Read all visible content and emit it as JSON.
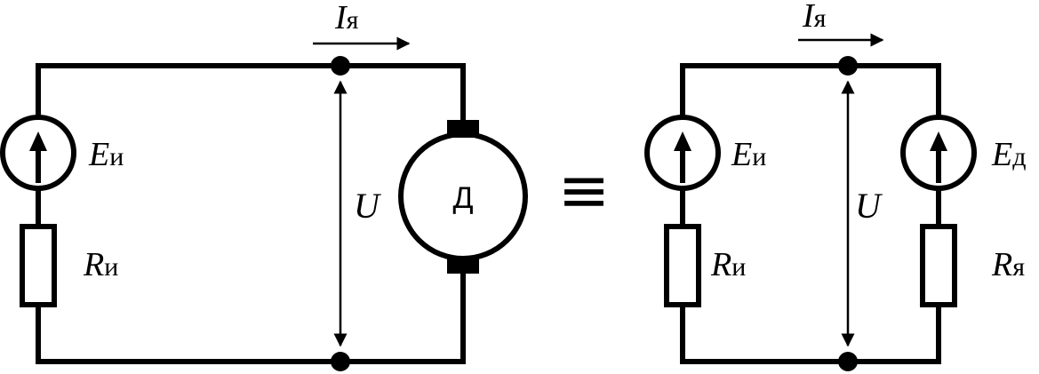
{
  "left_circuit": {
    "current": {
      "symbol": "I",
      "subscript": "я"
    },
    "source_emf": {
      "symbol": "E",
      "subscript": "и"
    },
    "source_resistance": {
      "symbol": "R",
      "subscript": "и"
    },
    "voltage": {
      "symbol": "U"
    },
    "motor": {
      "label": "Д"
    }
  },
  "equivalence": {
    "symbol": "≡"
  },
  "right_circuit": {
    "current": {
      "symbol": "I",
      "subscript": "я"
    },
    "source_emf": {
      "symbol": "E",
      "subscript": "и"
    },
    "source_resistance": {
      "symbol": "R",
      "subscript": "и"
    },
    "voltage": {
      "symbol": "U"
    },
    "motor_emf": {
      "symbol": "E",
      "subscript": "д"
    },
    "armature_resistance": {
      "symbol": "R",
      "subscript": "я"
    }
  }
}
